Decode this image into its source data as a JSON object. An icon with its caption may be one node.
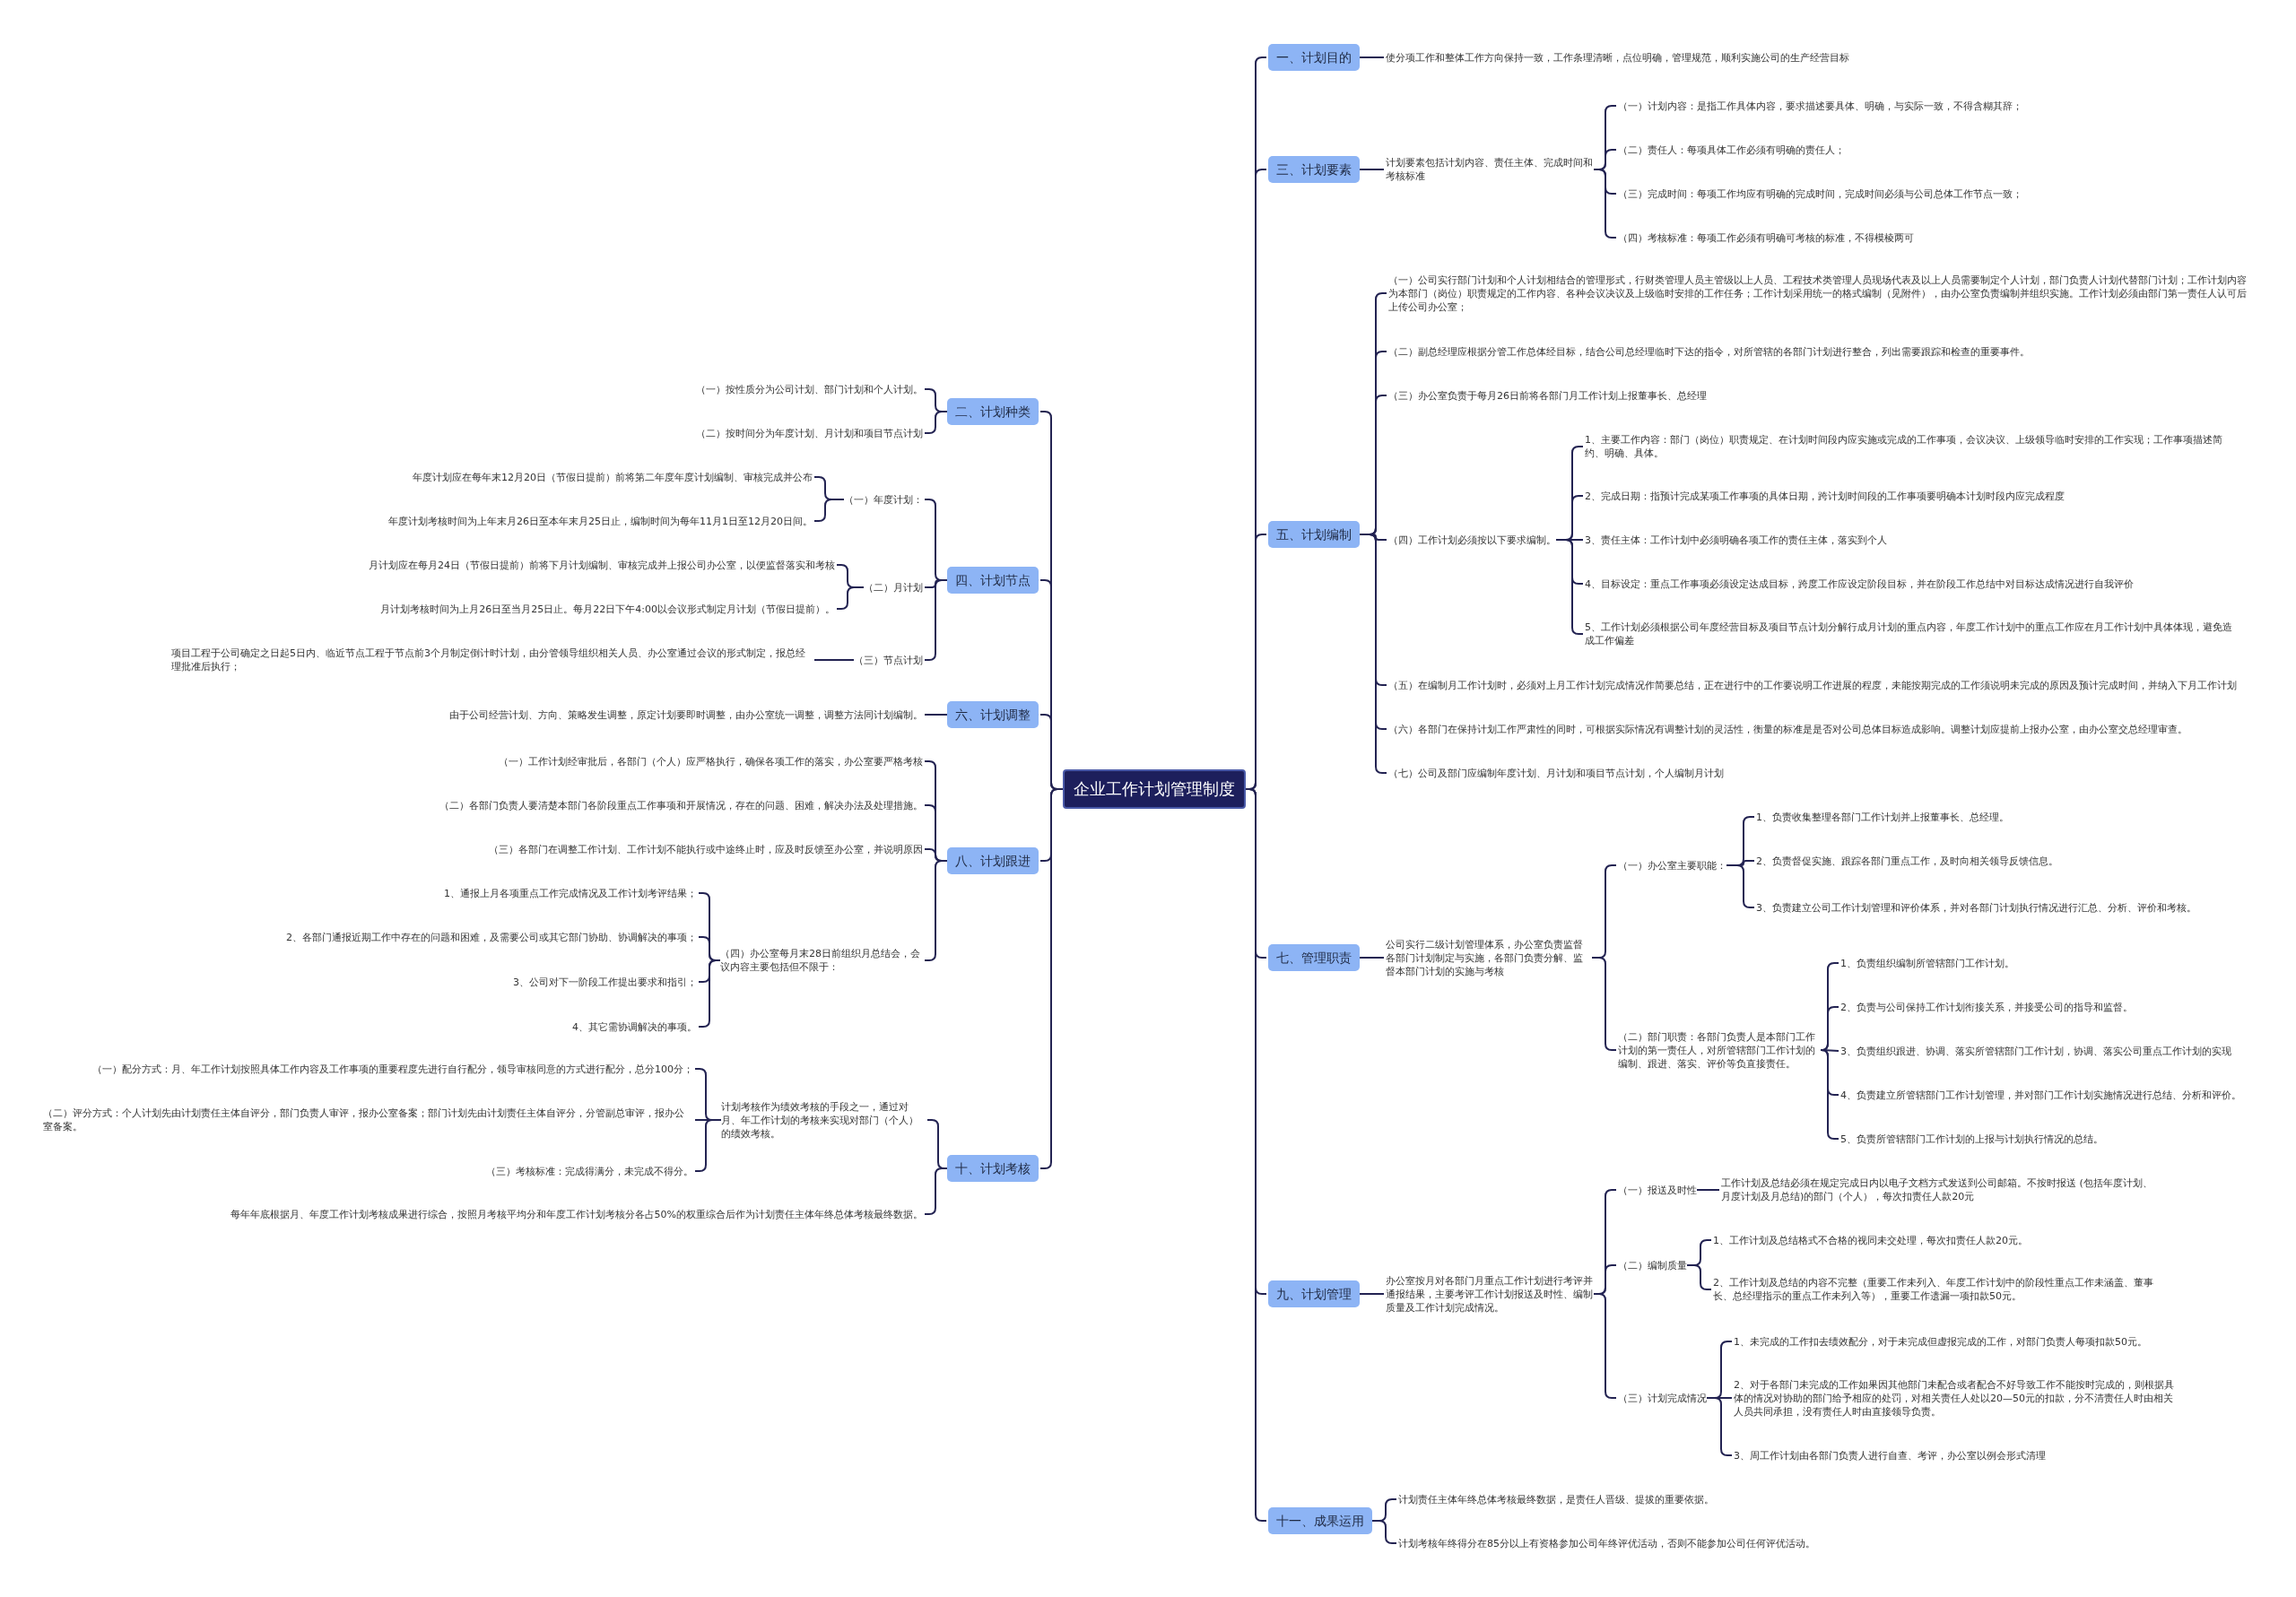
{
  "diagram": {
    "nodes": [
      {
        "text": [
          "企业工作计划管理制度"
        ]
      },
      {
        "text": [
          "一、计划目的"
        ]
      },
      {
        "text": [
          "使分项工作和整体工作方向保持一致，工作条理清晰，点位明确，管理规范，顺利实施公司的生产经营目标"
        ]
      },
      {
        "text": [
          "二、计划种类"
        ]
      },
      {
        "text": [
          "（一）按性质分为公司计划、部门计划和个人计划。"
        ]
      },
      {
        "text": [
          "（二）按时间分为年度计划、月计划和项目节点计划"
        ]
      },
      {
        "text": [
          "三、计划要素"
        ]
      },
      {
        "text": [
          "计划要素包括计划内容、责任主体、完成时间和考核标准"
        ]
      },
      {
        "text": [
          "（一）计划内容：是指工作具体内容，要求描述要具体、明确，与实际一致，不得含糊其辞；"
        ]
      },
      {
        "text": [
          "（二）责任人：每项具体工作必须有明确的责任人；"
        ]
      },
      {
        "text": [
          "（三）完成时间：每项工作均应有明确的完成时间，完成时间必须与公司总体工作节点一致；"
        ]
      },
      {
        "text": [
          "（四）考核标准：每项工作必须有明确可考核的标准，不得模棱两可"
        ]
      },
      {
        "text": [
          "四、计划节点"
        ]
      },
      {
        "text": [
          "（一）年度计划："
        ]
      },
      {
        "text": [
          "年度计划应在每年末12月20日（节假日提前）前将第二年度年度计划编制、审核完成并公布"
        ]
      },
      {
        "text": [
          "年度计划考核时间为上年末月26日至本年末月25日止，编制时间为每年11月1日至12月20日间。"
        ]
      },
      {
        "text": [
          "（二）月计划"
        ]
      },
      {
        "text": [
          "月计划应在每月24日（节假日提前）前将下月计划编制、审核完成并上报公司办公室，以便监督落实和考核"
        ]
      },
      {
        "text": [
          "月计划考核时间为上月26日至当月25日止。每月22日下午4:00以会议形式制定月计划（节假日提前）。"
        ]
      },
      {
        "text": [
          "（三）节点计划"
        ]
      },
      {
        "text": [
          "项目工程于公司确定之日起5日内、临近节点工程于节点前3个月制定倒计时计划，由分管领导组织相关人员、办公室通过会议的形式制定，报总经理批准后执行；"
        ]
      },
      {
        "text": [
          "五、计划编制"
        ]
      },
      {
        "text": [
          "（一）公司实行部门计划和个人计划相结合的管理形式，行财类管理人员主管级以上人员、工程技术类管理人员现场代表及以上人员需要制定个人计划，部门负责人计划代替部门计划；工作计划内容为本部门（岗位）职责规定的工作内容、各种会议决议及上级临时安排的工作任务；工作计划采用统一的格式编制（见附件），由办公室负责编制并组织实施。工作计划必须由部门第一责任人认可后上传公司办公室；"
        ]
      },
      {
        "text": [
          "（二）副总经理应根据分管工作总体经目标，结合公司总经理临时下达的指令，对所管辖的各部门计划进行整合，列出需要跟踪和检查的重要事件。"
        ]
      },
      {
        "text": [
          "（三）办公室负责于每月26日前将各部门月工作计划上报董事长、总经理"
        ]
      },
      {
        "text": [
          "（四）工作计划必须按以下要求编制。"
        ]
      },
      {
        "text": [
          "1、主要工作内容：部门（岗位）职责规定、在计划时间段内应实施或完成的工作事项，会议决议、上级领导临时安排的工作实现；工作事项描述简约、明确、具体。"
        ]
      },
      {
        "text": [
          "2、完成日期：指预计完成某项工作事项的具体日期，跨计划时间段的工作事项要明确本计划时段内应完成程度"
        ]
      },
      {
        "text": [
          "3、责任主体：工作计划中必须明确各项工作的责任主体，落实到个人"
        ]
      },
      {
        "text": [
          "4、目标设定：重点工作事项必须设定达成目标，跨度工作应设定阶段目标，并在阶段工作总结中对目标达成情况进行自我评价"
        ]
      },
      {
        "text": [
          "5、工作计划必须根据公司年度经营目标及项目节点计划分解行成月计划的重点内容，年度工作计划中的重点工作应在月工作计划中具体体现，避免造成工作偏差"
        ]
      },
      {
        "text": [
          "（五）在编制月工作计划时，必须对上月工作计划完成情况作简要总结，正在进行中的工作要说明工作进展的程度，未能按期完成的工作须说明未完成的原因及预计完成时间，并纳入下月工作计划"
        ]
      },
      {
        "text": [
          "（六）各部门在保持计划工作严肃性的同时，可根据实际情况有调整计划的灵活性，衡量的标准是是否对公司总体目标造成影响。调整计划应提前上报办公室，由办公室交总经理审查。"
        ]
      },
      {
        "text": [
          "（七）公司及部门应编制年度计划、月计划和项目节点计划，个人编制月计划"
        ]
      },
      {
        "text": [
          "六、计划调整"
        ]
      },
      {
        "text": [
          "由于公司经营计划、方向、策略发生调整，原定计划要即时调整，由办公室统一调整，调整方法同计划编制。"
        ]
      },
      {
        "text": [
          "七、管理职责"
        ]
      },
      {
        "text": [
          "公司实行二级计划管理体系，办公室负责监督各部门计划制定与实施，各部门负责分解、监督本部门计划的实施与考核"
        ]
      },
      {
        "text": [
          "（一）办公室主要职能："
        ]
      },
      {
        "text": [
          "1、负责收集整理各部门工作计划并上报董事长、总经理。"
        ]
      },
      {
        "text": [
          "2、负责督促实施、跟踪各部门重点工作，及时向相关领导反馈信息。"
        ]
      },
      {
        "text": [
          "3、负责建立公司工作计划管理和评价体系，并对各部门计划执行情况进行汇总、分析、评价和考核。"
        ]
      },
      {
        "text": [
          "（二）部门职责：各部门负责人是本部门工作计划的第一责任人，对所管辖部门工作计划的编制、跟进、落实、评价等负直接责任。"
        ]
      },
      {
        "text": [
          "1、负责组织编制所管辖部门工作计划。"
        ]
      },
      {
        "text": [
          "2、负责与公司保持工作计划衔接关系，并接受公司的指导和监督。"
        ]
      },
      {
        "text": [
          "3、负责组织跟进、协调、落实所管辖部门工作计划，协调、落实公司重点工作计划的实现"
        ]
      },
      {
        "text": [
          "4、负责建立所管辖部门工作计划管理，并对部门工作计划实施情况进行总结、分析和评价。"
        ]
      },
      {
        "text": [
          "5、负责所管辖部门工作计划的上报与计划执行情况的总结。"
        ]
      },
      {
        "text": [
          "八、计划跟进"
        ]
      },
      {
        "text": [
          "（一）工作计划经审批后，各部门（个人）应严格执行，确保各项工作的落实，办公室要严格考核"
        ]
      },
      {
        "text": [
          "（二）各部门负责人要清楚本部门各阶段重点工作事项和开展情况，存在的问题、困难，解决办法及处理措施。"
        ]
      },
      {
        "text": [
          "（三）各部门在调整工作计划、工作计划不能执行或中途终止时，应及时反馈至办公室，并说明原因"
        ]
      },
      {
        "text": [
          "（四）办公室每月末28日前组织月总结会，会议内容主要包括但不限于："
        ]
      },
      {
        "text": [
          "1、通报上月各项重点工作完成情况及工作计划考评结果；"
        ]
      },
      {
        "text": [
          "2、各部门通报近期工作中存在的问题和困难，及需要公司或其它部门协助、协调解决的事项；"
        ]
      },
      {
        "text": [
          "3、公司对下一阶段工作提出要求和指引；"
        ]
      },
      {
        "text": [
          "4、其它需协调解决的事项。"
        ]
      },
      {
        "text": [
          "九、计划管理"
        ]
      },
      {
        "text": [
          "办公室按月对各部门月重点工作计划进行考评并通报结果，主要考评工作计划报送及时性、编制质量及工作计划完成情况。"
        ]
      },
      {
        "text": [
          "（一）报送及时性"
        ]
      },
      {
        "text": [
          "工作计划及总结必须在规定完成日内以电子文档方式发送到公司邮箱。不按时报送 (包括年度计划、月度计划及月总结)的部门（个人），每次扣责任人款20元"
        ]
      },
      {
        "text": [
          "（二）编制质量"
        ]
      },
      {
        "text": [
          "1、工作计划及总结格式不合格的视同未交处理，每次扣责任人款20元。"
        ]
      },
      {
        "text": [
          "2、工作计划及总结的内容不完整（重要工作未列入、年度工作计划中的阶段性重点工作未涵盖、董事长、总经理指示的重点工作未列入等），重要工作遗漏一项扣款50元。"
        ]
      },
      {
        "text": [
          "（三）计划完成情况"
        ]
      },
      {
        "text": [
          "1、未完成的工作扣去绩效配分，对于未完成但虚报完成的工作，对部门负责人每项扣款50元。"
        ]
      },
      {
        "text": [
          "2、对于各部门未完成的工作如果因其他部门未配合或者配合不好导致工作不能按时完成的，则根据具体的情况对协助的部门给予相应的处罚，对相关责任人处以20—50元的扣款，分不清责任人时由相关人员共同承担，没有责任人时由直接领导负责。"
        ]
      },
      {
        "text": [
          "3、周工作计划由各部门负责人进行自查、考评，办公室以例会形式清理"
        ]
      },
      {
        "text": [
          "十、计划考核"
        ]
      },
      {
        "text": [
          "计划考核作为绩效考核的手段之一，通过对月、年工作计划的考核来实现对部门（个人）的绩效考核。"
        ]
      },
      {
        "text": [
          "（一）配分方式：月、年工作计划按照具体工作内容及工作事项的重要程度先进行自行配分，领导审核同意的方式进行配分，总分100分；"
        ]
      },
      {
        "text": [
          "（二）评分方式：个人计划先由计划责任主体自评分，部门负责人审评，报办公室备案；部门计划先由计划责任主体自评分，分管副总审评，报办公室备案。"
        ]
      },
      {
        "text": [
          "（三）考核标准：完成得满分，未完成不得分。"
        ]
      },
      {
        "text": [
          "每年年底根据月、年度工作计划考核成果进行综合，按照月考核平均分和年度工作计划考核分各占50%的权重综合后作为计划责任主体年终总体考核最终数据。"
        ]
      },
      {
        "text": [
          "十一、成果运用"
        ]
      },
      {
        "text": [
          "计划责任主体年终总体考核最终数据，是责任人晋级、提拔的重要依据。"
        ]
      },
      {
        "text": [
          "计划考核年终得分在85分以上有资格参加公司年终评优活动，否则不能参加公司任何评优活动。"
        ]
      }
    ],
    "edges": [
      {
        "from": 0,
        "to": 1,
        "arrow": "none"
      },
      {
        "from": 0,
        "to": 3,
        "arrow": "none"
      },
      {
        "from": 0,
        "to": 6,
        "arrow": "none"
      },
      {
        "from": 0,
        "to": 12,
        "arrow": "none"
      },
      {
        "from": 0,
        "to": 21,
        "arrow": "none"
      },
      {
        "from": 0,
        "to": 34,
        "arrow": "none"
      },
      {
        "from": 0,
        "to": 36,
        "arrow": "none"
      },
      {
        "from": 0,
        "to": 48,
        "arrow": "none"
      },
      {
        "from": 0,
        "to": 57,
        "arrow": "none"
      },
      {
        "from": 0,
        "to": 68,
        "arrow": "none"
      },
      {
        "from": 0,
        "to": 74,
        "arrow": "none"
      },
      {
        "from": 1,
        "to": 2,
        "arrow": "none"
      },
      {
        "from": 3,
        "to": 4,
        "arrow": "none"
      },
      {
        "from": 3,
        "to": 5,
        "arrow": "none"
      },
      {
        "from": 6,
        "to": 7,
        "arrow": "none"
      },
      {
        "from": 7,
        "to": 8,
        "arrow": "none"
      },
      {
        "from": 7,
        "to": 9,
        "arrow": "none"
      },
      {
        "from": 7,
        "to": 10,
        "arrow": "none"
      },
      {
        "from": 7,
        "to": 11,
        "arrow": "none"
      },
      {
        "from": 12,
        "to": 13,
        "arrow": "none"
      },
      {
        "from": 12,
        "to": 16,
        "arrow": "none"
      },
      {
        "from": 12,
        "to": 19,
        "arrow": "none"
      },
      {
        "from": 13,
        "to": 14,
        "arrow": "none"
      },
      {
        "from": 13,
        "to": 15,
        "arrow": "none"
      },
      {
        "from": 16,
        "to": 17,
        "arrow": "none"
      },
      {
        "from": 16,
        "to": 18,
        "arrow": "none"
      },
      {
        "from": 19,
        "to": 20,
        "arrow": "none"
      },
      {
        "from": 21,
        "to": 22,
        "arrow": "none"
      },
      {
        "from": 21,
        "to": 23,
        "arrow": "none"
      },
      {
        "from": 21,
        "to": 24,
        "arrow": "none"
      },
      {
        "from": 21,
        "to": 25,
        "arrow": "none"
      },
      {
        "from": 21,
        "to": 31,
        "arrow": "none"
      },
      {
        "from": 21,
        "to": 32,
        "arrow": "none"
      },
      {
        "from": 21,
        "to": 33,
        "arrow": "none"
      },
      {
        "from": 25,
        "to": 26,
        "arrow": "none"
      },
      {
        "from": 25,
        "to": 27,
        "arrow": "none"
      },
      {
        "from": 25,
        "to": 28,
        "arrow": "none"
      },
      {
        "from": 25,
        "to": 29,
        "arrow": "none"
      },
      {
        "from": 25,
        "to": 30,
        "arrow": "none"
      },
      {
        "from": 34,
        "to": 35,
        "arrow": "none"
      },
      {
        "from": 36,
        "to": 37,
        "arrow": "none"
      },
      {
        "from": 37,
        "to": 38,
        "arrow": "none"
      },
      {
        "from": 37,
        "to": 42,
        "arrow": "none"
      },
      {
        "from": 38,
        "to": 39,
        "arrow": "none"
      },
      {
        "from": 38,
        "to": 40,
        "arrow": "none"
      },
      {
        "from": 38,
        "to": 41,
        "arrow": "none"
      },
      {
        "from": 42,
        "to": 43,
        "arrow": "none"
      },
      {
        "from": 42,
        "to": 44,
        "arrow": "none"
      },
      {
        "from": 42,
        "to": 45,
        "arrow": "none"
      },
      {
        "from": 42,
        "to": 46,
        "arrow": "none"
      },
      {
        "from": 42,
        "to": 47,
        "arrow": "none"
      },
      {
        "from": 48,
        "to": 49,
        "arrow": "none"
      },
      {
        "from": 48,
        "to": 50,
        "arrow": "none"
      },
      {
        "from": 48,
        "to": 51,
        "arrow": "none"
      },
      {
        "from": 48,
        "to": 52,
        "arrow": "none"
      },
      {
        "from": 52,
        "to": 53,
        "arrow": "none"
      },
      {
        "from": 52,
        "to": 54,
        "arrow": "none"
      },
      {
        "from": 52,
        "to": 55,
        "arrow": "none"
      },
      {
        "from": 52,
        "to": 56,
        "arrow": "none"
      },
      {
        "from": 57,
        "to": 58,
        "arrow": "none"
      },
      {
        "from": 58,
        "to": 59,
        "arrow": "none"
      },
      {
        "from": 58,
        "to": 61,
        "arrow": "none"
      },
      {
        "from": 58,
        "to": 64,
        "arrow": "none"
      },
      {
        "from": 59,
        "to": 60,
        "arrow": "none"
      },
      {
        "from": 61,
        "to": 62,
        "arrow": "none"
      },
      {
        "from": 61,
        "to": 63,
        "arrow": "none"
      },
      {
        "from": 64,
        "to": 65,
        "arrow": "none"
      },
      {
        "from": 64,
        "to": 66,
        "arrow": "none"
      },
      {
        "from": 64,
        "to": 67,
        "arrow": "none"
      },
      {
        "from": 68,
        "to": 69,
        "arrow": "none"
      },
      {
        "from": 68,
        "to": 73,
        "arrow": "none"
      },
      {
        "from": 69,
        "to": 70,
        "arrow": "none"
      },
      {
        "from": 69,
        "to": 71,
        "arrow": "none"
      },
      {
        "from": 69,
        "to": 72,
        "arrow": "none"
      },
      {
        "from": 74,
        "to": 75,
        "arrow": "none"
      },
      {
        "from": 74,
        "to": 76,
        "arrow": "none"
      }
    ]
  }
}
